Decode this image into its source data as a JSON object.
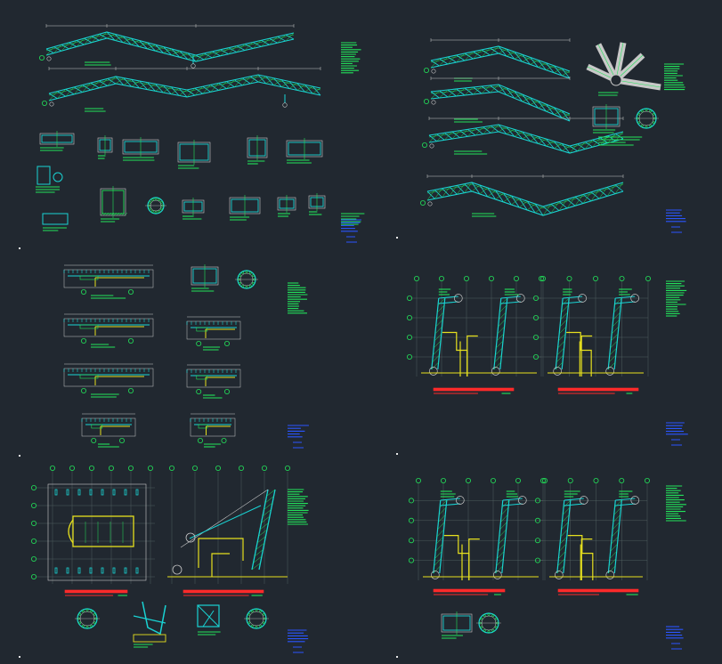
{
  "viewport": {
    "background": "#212830"
  },
  "colors": {
    "structure": "#19d3d3",
    "annotation": "#22e35a",
    "dimension": "#c8c8c8",
    "concrete": "#e6e01e",
    "title_bar": "#ff2a2a",
    "title_block": "#2a55ff",
    "grid_bubble": "#22e35a",
    "gridline": "#5a6a6a"
  },
  "sheets": [
    {
      "id": "sheet-1",
      "kind": "truss-elevations-and-details"
    },
    {
      "id": "sheet-2",
      "kind": "truss-elevations-and-3d-node"
    },
    {
      "id": "sheet-3",
      "kind": "truss-sections"
    },
    {
      "id": "sheet-4",
      "kind": "frame-sections"
    },
    {
      "id": "sheet-5",
      "kind": "plan-and-section"
    },
    {
      "id": "sheet-6",
      "kind": "frame-sections"
    }
  ],
  "icons": {
    "grid_bubble": "circle",
    "section_marker": "circle",
    "node_detail": "circle"
  }
}
